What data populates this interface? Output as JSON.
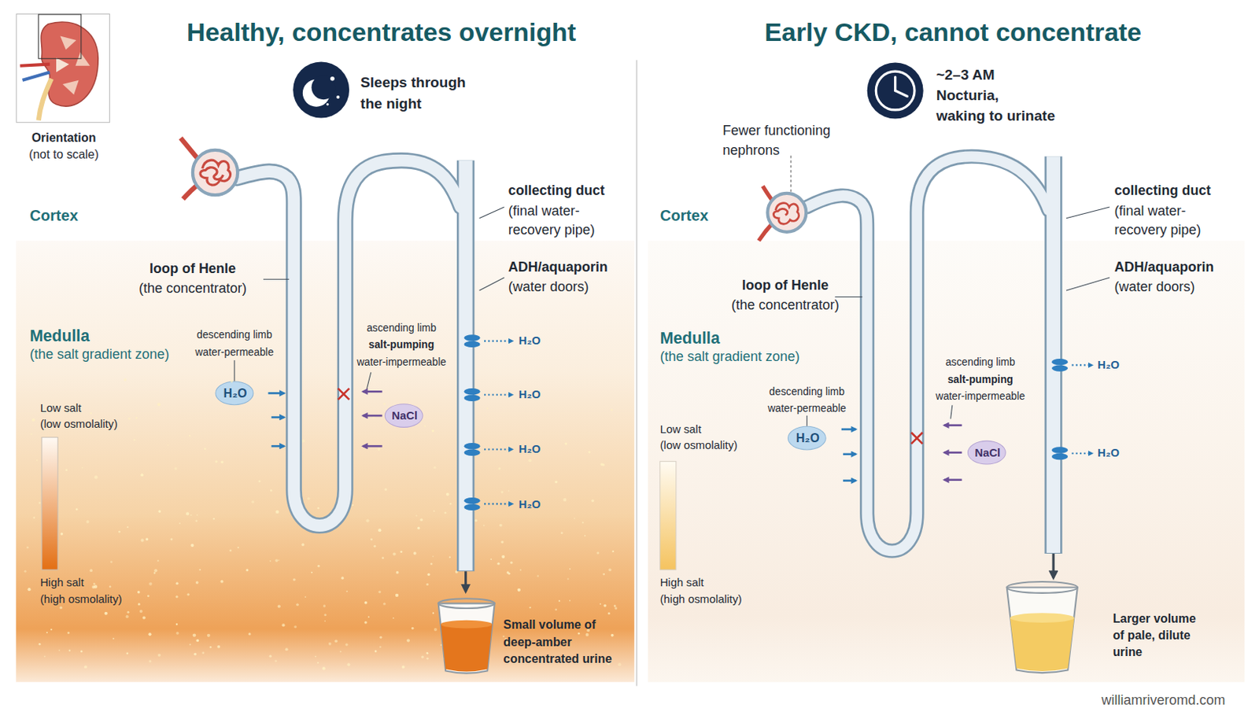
{
  "diagram": {
    "nodes": [
      {
        "text": [
          "Orientation",
          "(not to scale)"
        ]
      },
      {
        "text": [
          "Medulla",
          "(the salt gradient zone)"
        ]
      },
      {
        "text": [
          "H₂O"
        ],
        "in": 1
      },
      {
        "text": [
          "NaCl"
        ],
        "in": 1
      },
      {
        "text": [
          "Medulla",
          "(the salt gradient zone)"
        ]
      },
      {
        "text": [
          "H₂O"
        ],
        "in": 4
      },
      {
        "text": [
          "NaCl"
        ],
        "in": 4
      }
    ],
    "labels": [
      "Healthy, concentrates overnight",
      "Sleeps through the night",
      "Cortex",
      "loop of Henle",
      "(the concentrator)",
      "collecting duct",
      "(final water-recovery pipe)",
      "ADH/aquaporin",
      "(water doors)",
      "descending limb water-permeable",
      "ascending limb",
      "salt-pumping",
      "water-impermeable",
      "H₂O",
      "H₂O",
      "H₂O",
      "H₂O",
      "Low salt",
      "(low osmolality)",
      "High salt",
      "(high osmolality)",
      "Small volume of deep-amber concentrated urine",
      "Early CKD, cannot concentrate",
      "~2–3 AM",
      "Nocturia,",
      "waking to urinate",
      "Fewer functioning nephrons",
      "Cortex",
      "loop of Henle",
      "(the concentrator)",
      "collecting duct",
      "(final water-recovery pipe)",
      "ADH/aquaporin",
      "(water doors)",
      "descending limb water-permeable",
      "ascending limb",
      "salt-pumping",
      "water-impermeable",
      "H₂O",
      "H₂O",
      "Low salt",
      "(low osmolality)",
      "High salt",
      "(high osmolality)",
      "Larger volume of pale, dilute urine",
      "williamriveromd.com"
    ]
  }
}
